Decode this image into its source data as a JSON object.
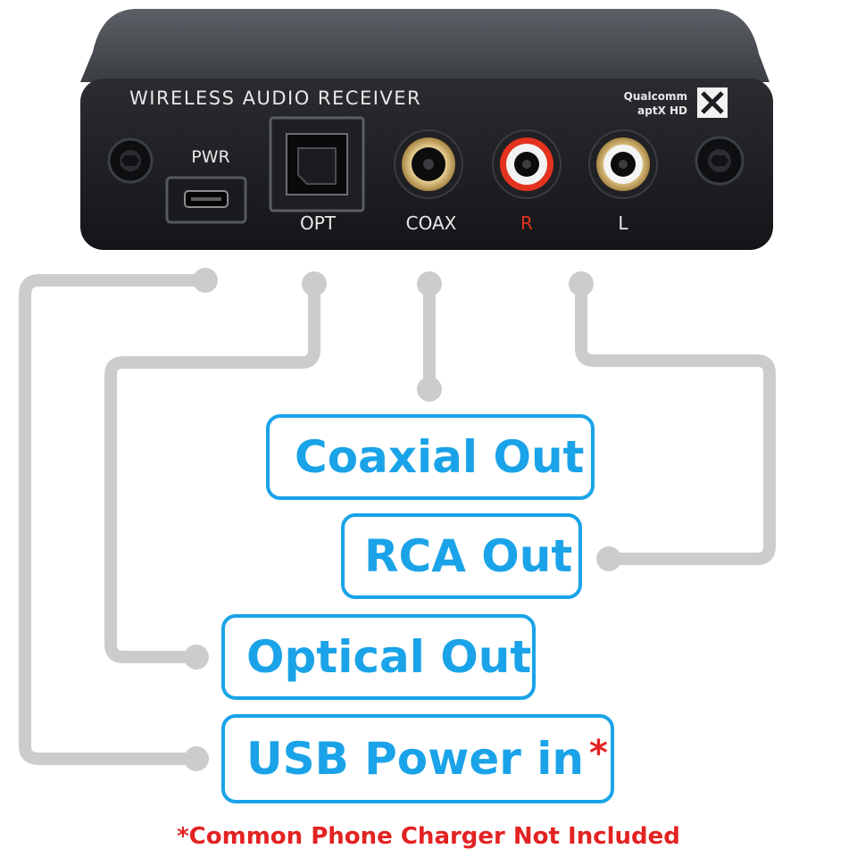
{
  "device": {
    "title": "WIRELESS AUDIO RECEIVER",
    "brand_line1": "Qualcomm",
    "brand_line2": "aptX HD",
    "brand_icon": "aptx-x-logo-icon",
    "ports": {
      "pwr": "PWR",
      "opt": "OPT",
      "coax": "COAX",
      "r": "R",
      "l": "L"
    }
  },
  "callouts": {
    "coaxial": "Coaxial Out",
    "rca": "RCA Out",
    "optical": "Optical Out",
    "usb": "USB Power in",
    "usb_marker": "*"
  },
  "footnote": "*Common Phone Charger Not Included",
  "colors": {
    "accent_blue": "#1aa3e8",
    "warning_red": "#e32222",
    "connector_gray": "#cccccc",
    "device_body": "#1c1e21"
  }
}
